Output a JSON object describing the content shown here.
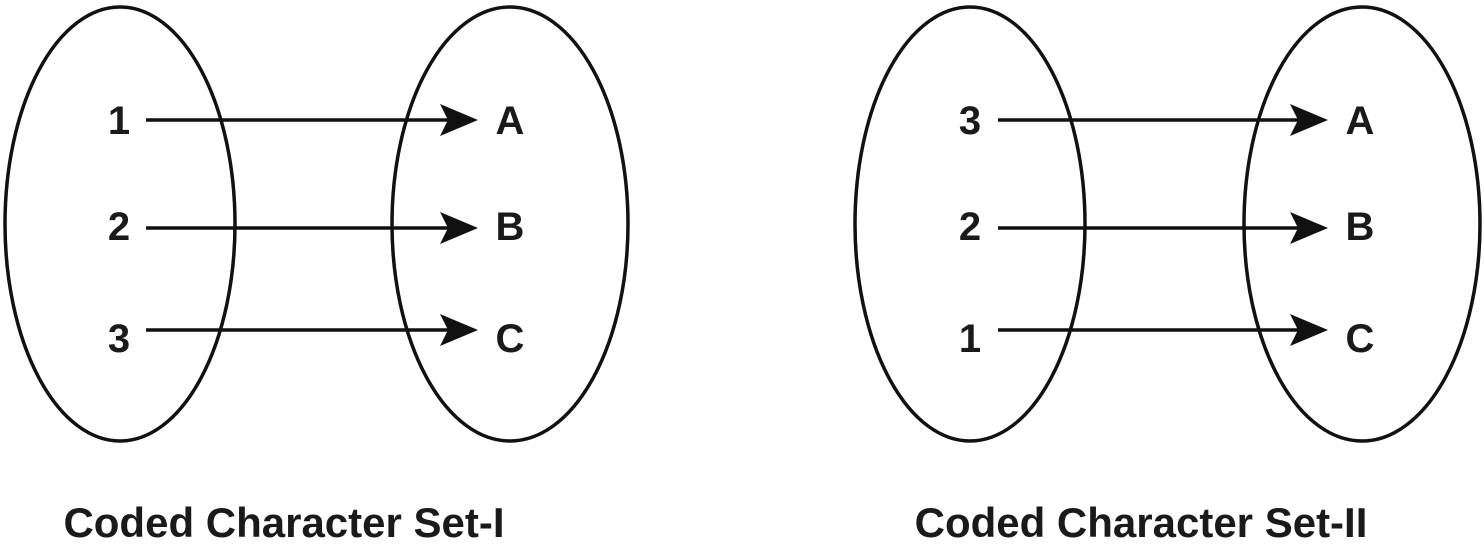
{
  "panels": [
    {
      "caption": "Coded Character Set-I",
      "mappings": [
        {
          "code": "1",
          "char": "A"
        },
        {
          "code": "2",
          "char": "B"
        },
        {
          "code": "3",
          "char": "C"
        }
      ]
    },
    {
      "caption": "Coded Character Set-II",
      "mappings": [
        {
          "code": "3",
          "char": "A"
        },
        {
          "code": "2",
          "char": "B"
        },
        {
          "code": "1",
          "char": "C"
        }
      ]
    }
  ]
}
